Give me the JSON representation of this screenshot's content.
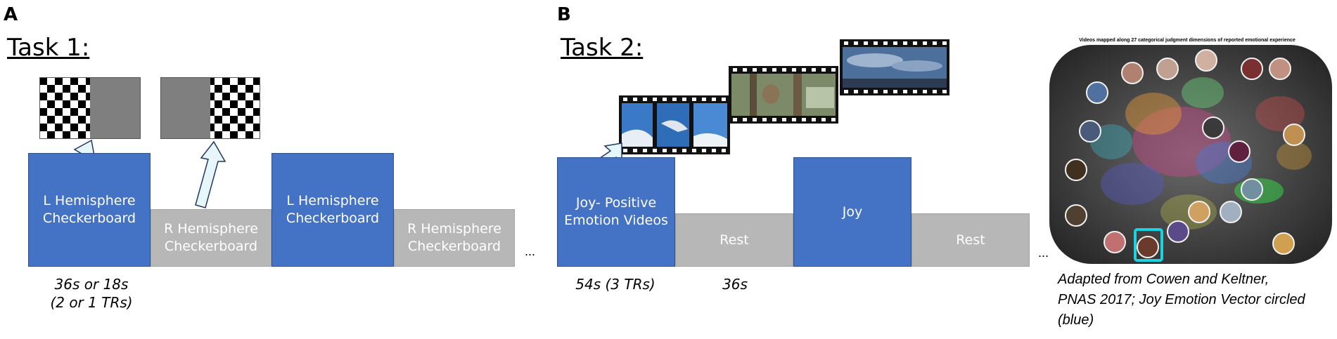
{
  "panel_a": {
    "letter": "A",
    "task_title": "Task 1:",
    "blocks": [
      {
        "label": "L Hemisphere\nCheckerboard"
      },
      {
        "label": "R Hemisphere\nCheckerboard"
      },
      {
        "label": "L Hemisphere\nCheckerboard"
      },
      {
        "label": "R Hemisphere\nCheckerboard"
      }
    ],
    "timing": "36s or 18s\n(2 or 1 TRs)",
    "ellipsis": "..."
  },
  "panel_b": {
    "letter": "B",
    "task_title": "Task 2:",
    "blocks": [
      {
        "label": "Joy- Positive\nEmotion Videos"
      },
      {
        "label": "Rest"
      },
      {
        "label": "Joy"
      },
      {
        "label": "Rest"
      }
    ],
    "timing_video": "54s (3 TRs)",
    "timing_rest": "36s",
    "ellipsis": "..."
  },
  "emotion_map": {
    "title": "Videos mapped along 27 categorical judgment dimensions of reported emotional experience",
    "highlight_color": "#19d3e0"
  },
  "caption": "Adapted from Cowen and Keltner,\nPNAS 2017; Joy Emotion Vector circled\n(blue)",
  "colors": {
    "task_block": "#4472c4",
    "rest_block": "#b7b7b7",
    "arrow_fill": "#e6f6fb",
    "arrow_stroke": "#1f3864"
  }
}
